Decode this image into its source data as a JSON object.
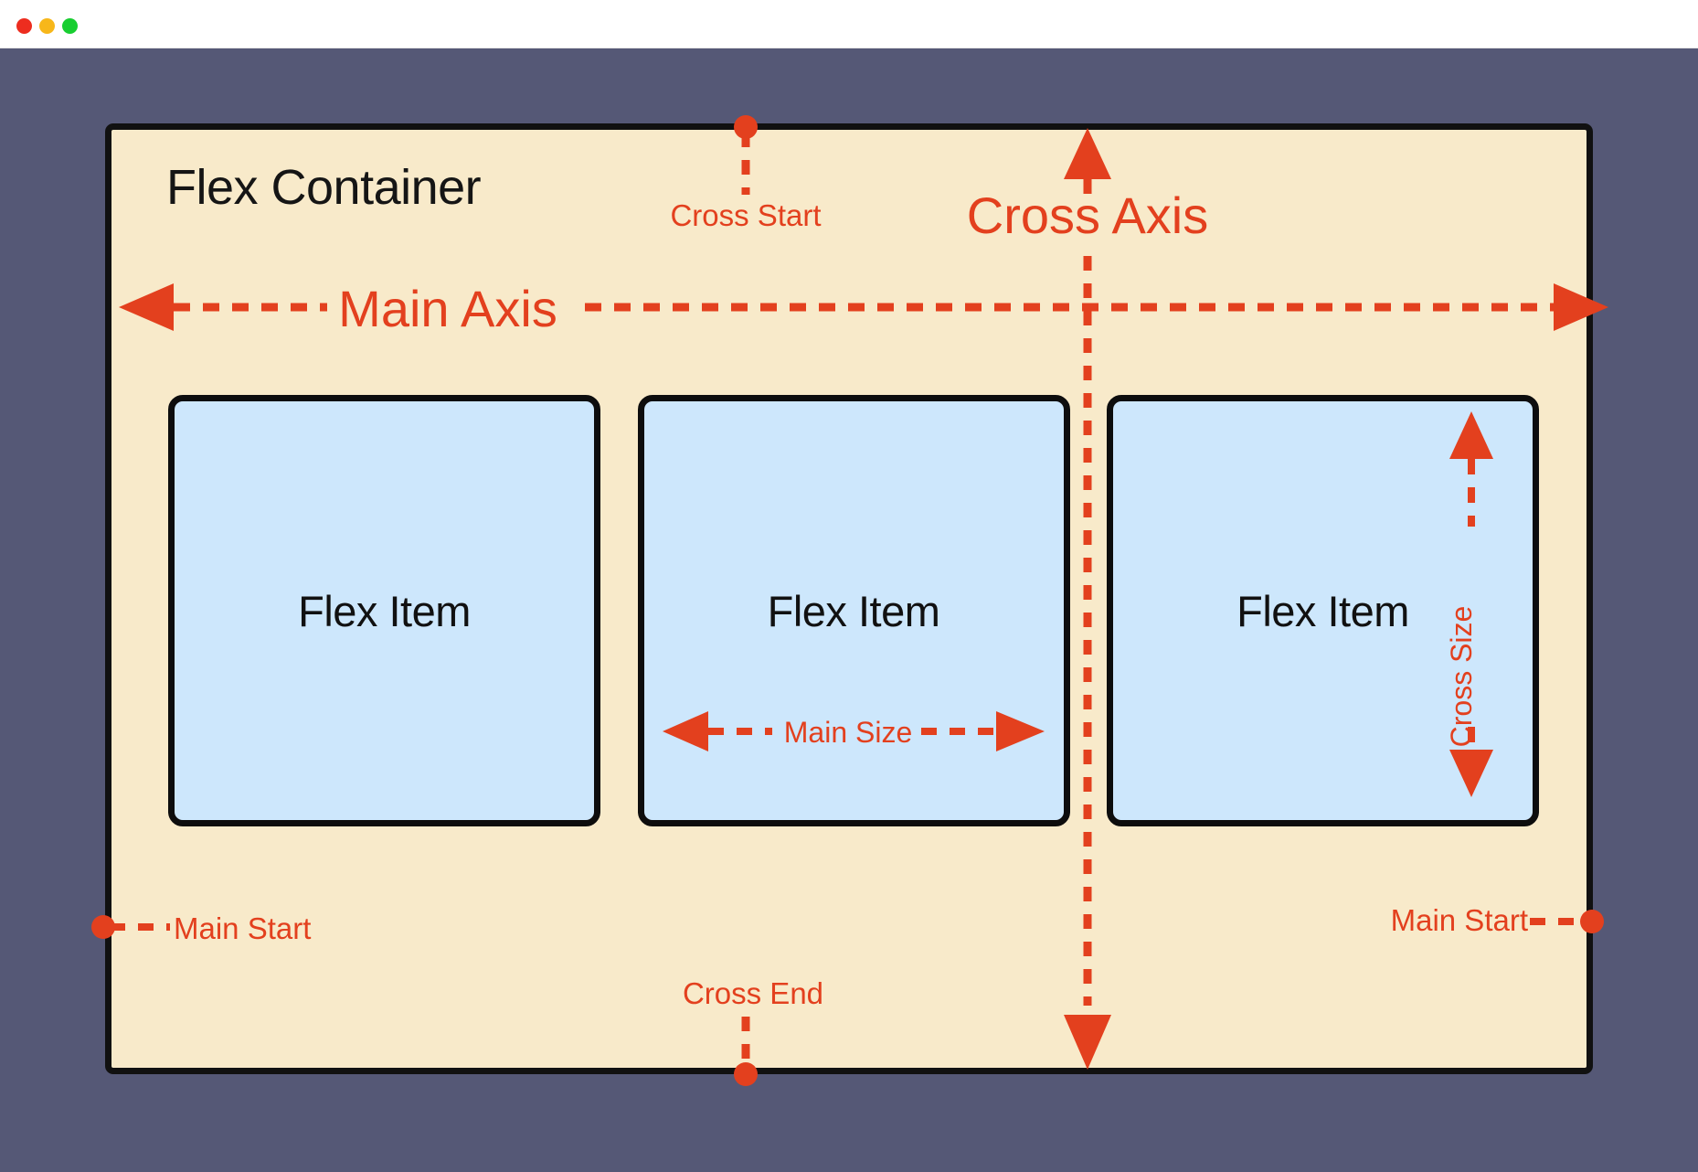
{
  "window": {
    "traffic_lights": [
      {
        "name": "close-button",
        "color": "#ED2D1F"
      },
      {
        "name": "minimize-button",
        "color": "#F7B71A"
      },
      {
        "name": "maximize-button",
        "color": "#18CE31"
      }
    ]
  },
  "colors": {
    "window_background": "#555876",
    "titlebar": "#ffffff",
    "container_fill": "#F8EACA",
    "container_border": "#111111",
    "item_fill": "#CDE7FC",
    "item_border": "#0D0D0D",
    "accent": "#E3401E",
    "text": "#151515"
  },
  "diagram": {
    "container_label": "Flex Container",
    "items": [
      {
        "label": "Flex Item"
      },
      {
        "label": "Flex Item"
      },
      {
        "label": "Flex Item"
      }
    ],
    "annotations": {
      "main_axis": "Main Axis",
      "cross_axis": "Cross Axis",
      "cross_start": "Cross Start",
      "cross_end": "Cross End",
      "main_start_left": "Main Start",
      "main_start_right": "Main Start",
      "main_size": "Main Size",
      "cross_size": "Cross Size"
    }
  }
}
